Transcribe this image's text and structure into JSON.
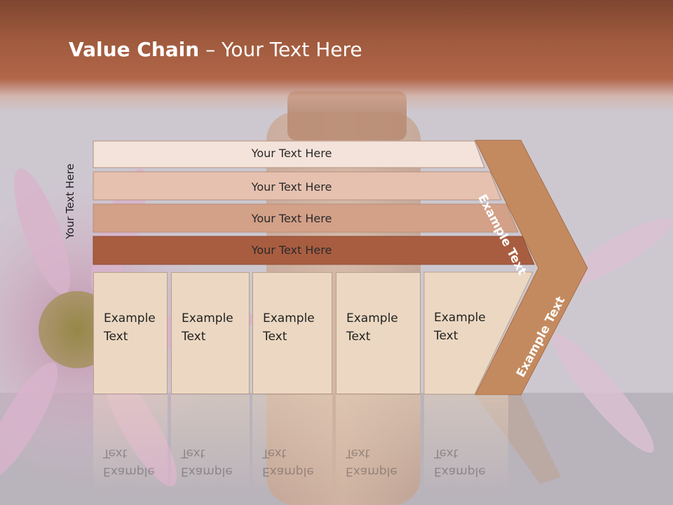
{
  "slide": {
    "title_bold": "Value Chain",
    "title_rest": " – Your Text Here",
    "vertical_label": "Your Text Here"
  },
  "bars": [
    {
      "label": "Your Text Here"
    },
    {
      "label": "Your Text Here"
    },
    {
      "label": "Your Text Here"
    },
    {
      "label": "Your Text Here"
    }
  ],
  "chevron": {
    "top_label": "Example Text",
    "bottom_label": "Example Text"
  },
  "columns": [
    {
      "line1": "Example",
      "line2": "Text"
    },
    {
      "line1": "Example",
      "line2": "Text"
    },
    {
      "line1": "Example",
      "line2": "Text"
    },
    {
      "line1": "Example",
      "line2": "Text"
    },
    {
      "line1": "Example",
      "line2": "Text"
    }
  ],
  "colors": {
    "header": "#9f5a3d",
    "bar1": "#f3e3da",
    "bar2": "#e6c1b0",
    "bar3": "#d3a088",
    "bar4": "#a95d40",
    "chevron": "#c48a5f",
    "column": "#ecd8c2"
  }
}
